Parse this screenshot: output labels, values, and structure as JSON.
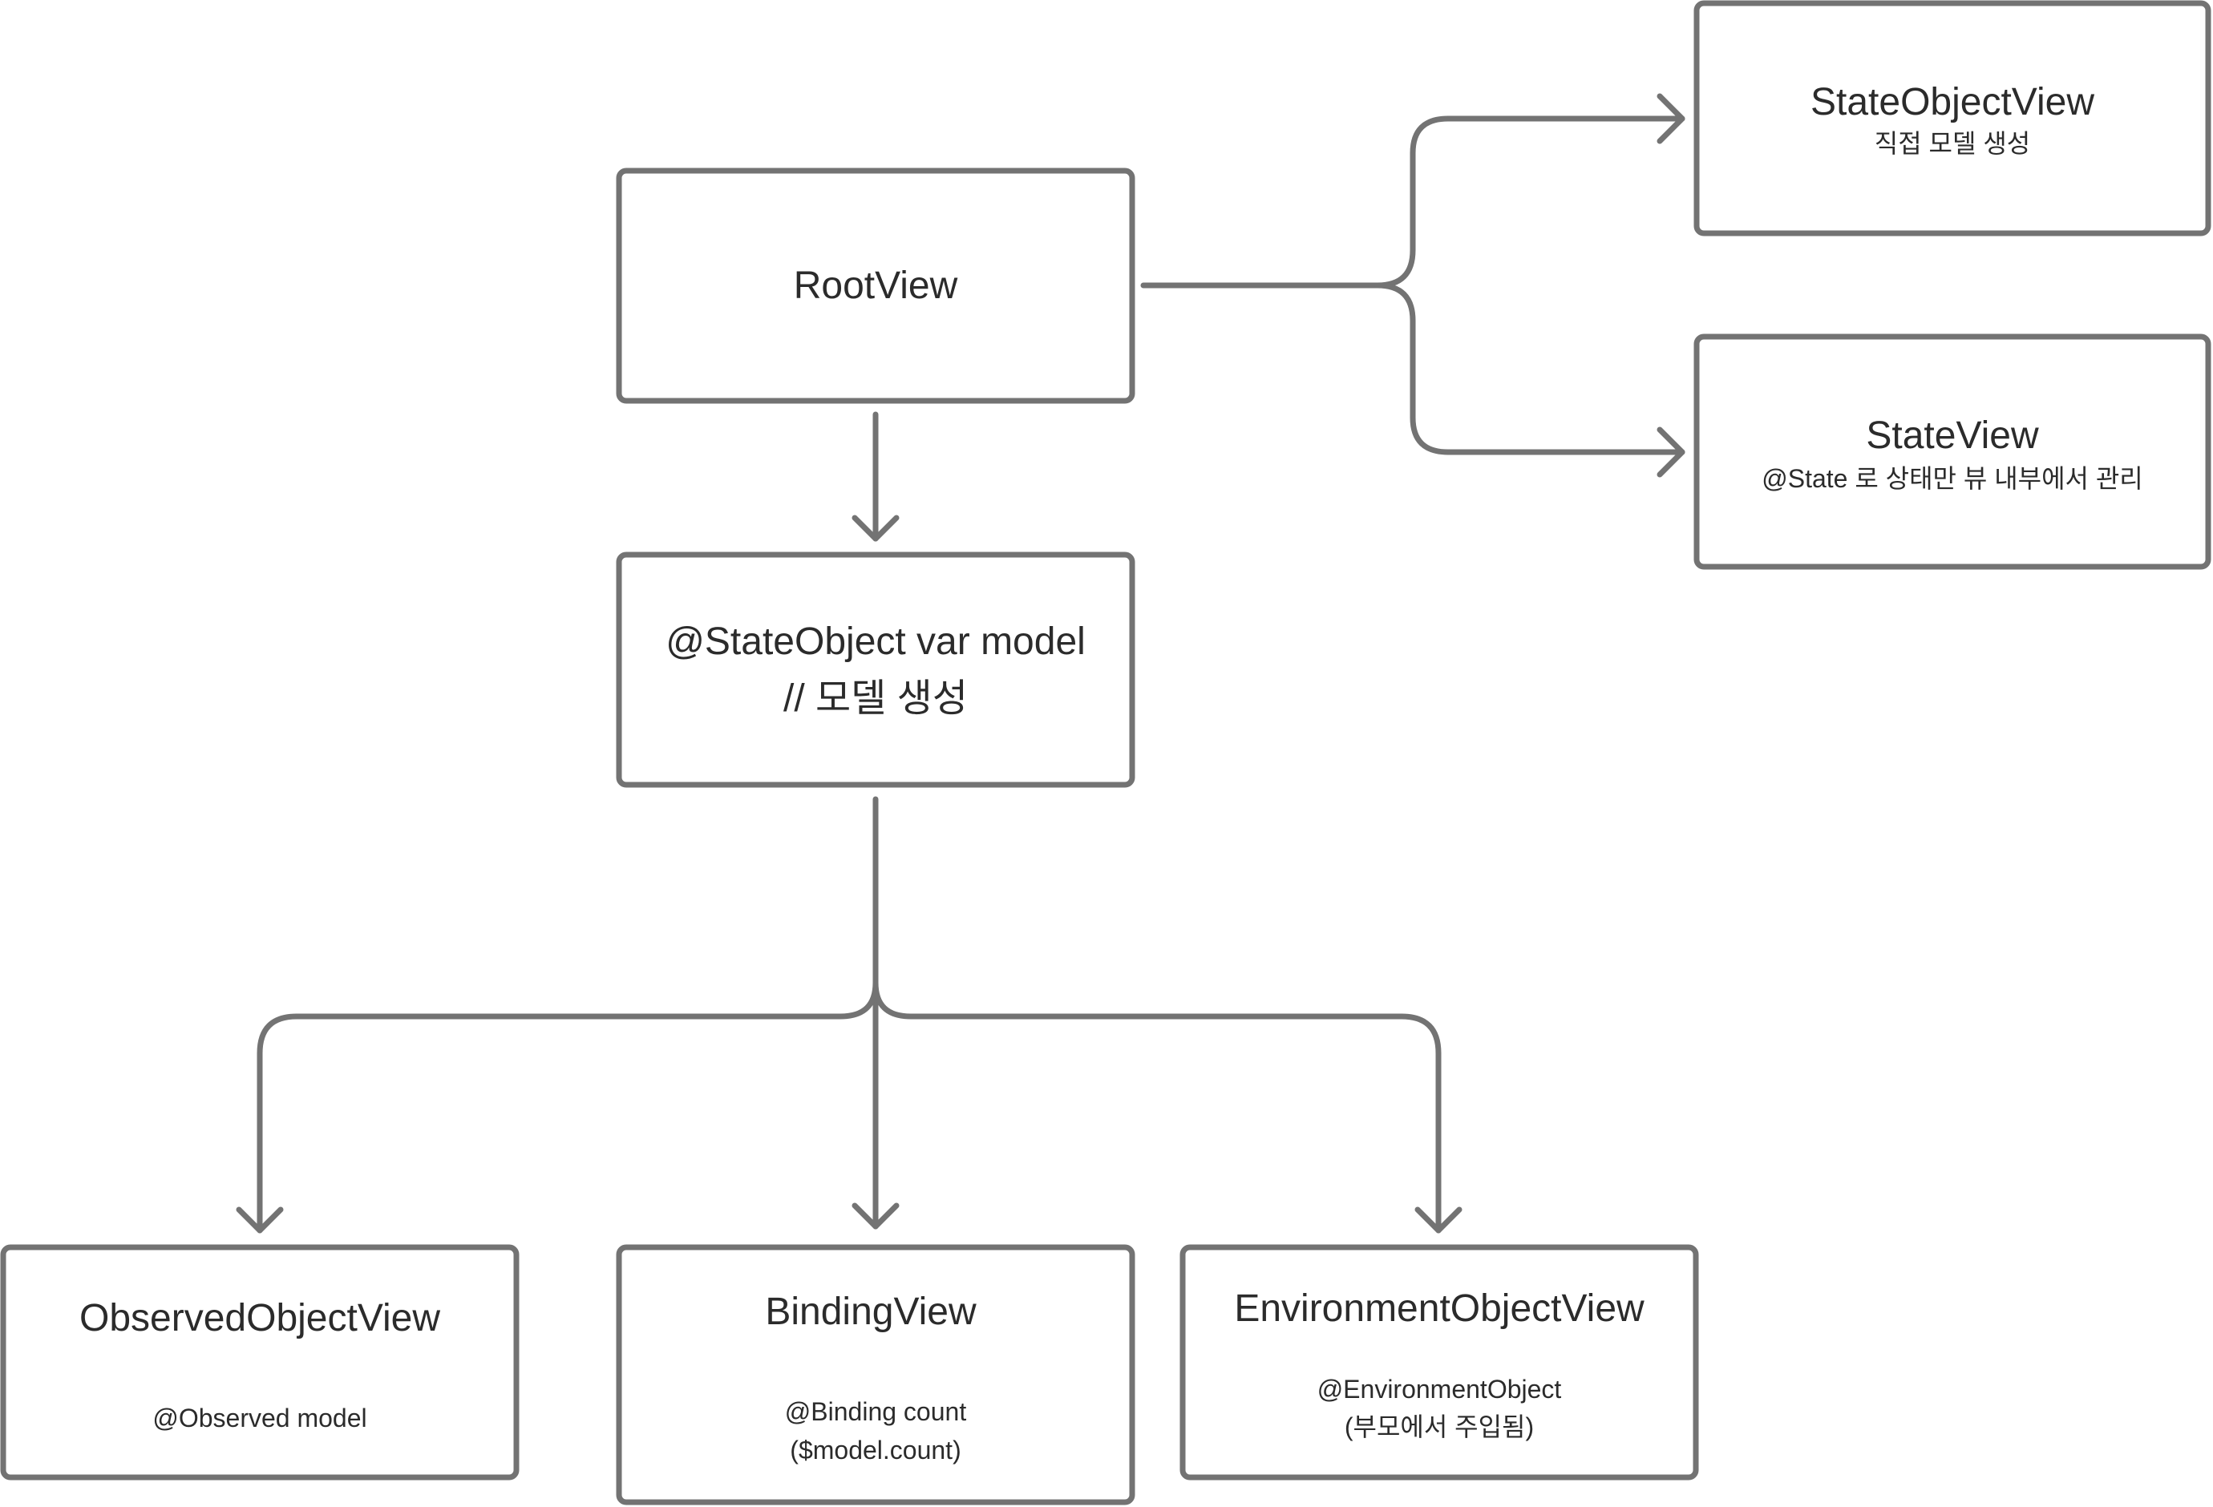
{
  "nodes": {
    "root": {
      "title": "RootView"
    },
    "state_object_model": {
      "line1": "@StateObject var model",
      "line2": "// 모델 생성"
    },
    "state_object_view": {
      "title": "StateObjectView",
      "subtitle": "직접 모델 생성"
    },
    "state_view": {
      "title": "StateView",
      "subtitle": "@State 로 상태만 뷰 내부에서 관리"
    },
    "observed_object_view": {
      "title": "ObservedObjectView",
      "subtitle": "@Observed model"
    },
    "binding_view": {
      "title": "BindingView",
      "subtitle_line1": "@Binding count",
      "subtitle_line2": "($model.count)"
    },
    "environment_object_view": {
      "title": "EnvironmentObjectView",
      "subtitle_line1": "@EnvironmentObject",
      "subtitle_line2": "(부모에서 주입됨)"
    }
  },
  "colors": {
    "stroke": "#737373",
    "text": "#2b2b2b",
    "background": "#ffffff"
  }
}
